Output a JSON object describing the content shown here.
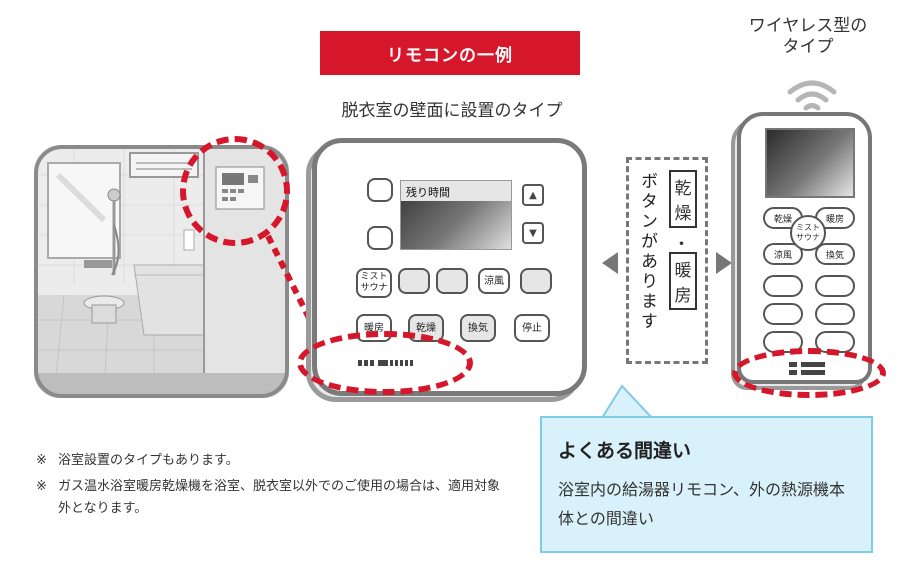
{
  "banner": {
    "title": "リモコンの一例"
  },
  "subtitle": "脱衣室の壁面に設置のタイプ",
  "wireless_label": [
    "ワイヤレス型の",
    "タイプ"
  ],
  "panel": {
    "remaining_time_label": "残り時間",
    "up_arrow": "▲",
    "down_arrow": "▼",
    "row2": [
      "ミスト\nサウナ",
      "",
      "",
      "涼風",
      ""
    ],
    "row3": [
      "暖房",
      "乾燥",
      "換気",
      "停止"
    ]
  },
  "callout": {
    "vertical_text": "ボタンがあります",
    "chars_box1": [
      "乾",
      "燥"
    ],
    "dot": "・",
    "chars_box2": [
      "暖",
      "房"
    ]
  },
  "remote": {
    "buttons": {
      "dry": "乾燥",
      "heat": "暖房",
      "mist": "ミスト\nサウナ",
      "cool": "涼風",
      "vent": "換気"
    }
  },
  "notes": [
    {
      "mark": "※",
      "text": "浴室設置のタイプもあります。"
    },
    {
      "mark": "※",
      "text": "ガス温水浴室暖房乾燥機を浴室、脱衣室以外でのご使用の場合は、適用対象外となります。"
    }
  ],
  "mistake": {
    "title": "よくある間違い",
    "body": "浴室内の給湯器リモコン、外の熱源機本体との間違い"
  },
  "colors": {
    "accent": "#d6172b",
    "callout_bg": "#d9f1fa",
    "callout_border": "#7dcbe8"
  }
}
